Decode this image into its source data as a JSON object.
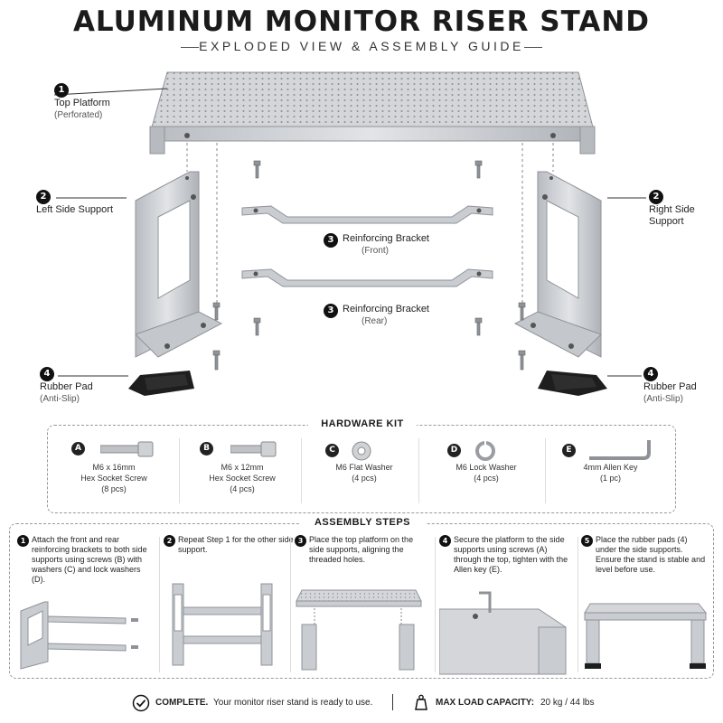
{
  "title": "ALUMINUM MONITOR RISER STAND",
  "subtitle": "EXPLODED VIEW & ASSEMBLY GUIDE",
  "parts": [
    {
      "num": "1",
      "label": "Top Platform",
      "sub": "(Perforated)"
    },
    {
      "num": "2",
      "label": "Left Side Support",
      "sub": ""
    },
    {
      "num": "2",
      "label": "Right Side Support",
      "sub": ""
    },
    {
      "num": "3",
      "label": "Reinforcing Bracket",
      "sub": "(Front)"
    },
    {
      "num": "3",
      "label": "Reinforcing Bracket",
      "sub": "(Rear)"
    },
    {
      "num": "4",
      "label": "Rubber Pad",
      "sub": "(Anti-Slip)"
    },
    {
      "num": "4",
      "label": "Rubber Pad",
      "sub": "(Anti-Slip)"
    }
  ],
  "hardware_kit": {
    "title": "HARDWARE KIT",
    "items": [
      {
        "letter": "A",
        "name": "M6 x 16mm",
        "name2": "Hex Socket Screw",
        "qty": "(8 pcs)"
      },
      {
        "letter": "B",
        "name": "M6 x 12mm",
        "name2": "Hex Socket Screw",
        "qty": "(4 pcs)"
      },
      {
        "letter": "C",
        "name": "M6 Flat Washer",
        "name2": "",
        "qty": "(4 pcs)"
      },
      {
        "letter": "D",
        "name": "M6 Lock Washer",
        "name2": "",
        "qty": "(4 pcs)"
      },
      {
        "letter": "E",
        "name": "4mm Allen Key",
        "name2": "",
        "qty": "(1 pc)"
      }
    ]
  },
  "assembly": {
    "title": "ASSEMBLY STEPS",
    "steps": [
      {
        "num": "1",
        "text": "Attach the front and rear reinforcing brackets to both side supports using screws (B) with washers (C) and lock washers (D)."
      },
      {
        "num": "2",
        "text": "Repeat Step 1 for the other side support."
      },
      {
        "num": "3",
        "text": "Place the top platform on the side supports, aligning the threaded holes."
      },
      {
        "num": "4",
        "text": "Secure the platform to the side supports using screws (A) through the top, tighten with the Allen key (E)."
      },
      {
        "num": "5",
        "text": "Place the rubber pads (4) under the side supports. Ensure the stand is stable and level before use."
      }
    ]
  },
  "footer": {
    "complete_label": "COMPLETE.",
    "complete_text": "Your monitor riser stand is ready to use.",
    "load_label": "MAX LOAD CAPACITY:",
    "load_value": "20 kg / 44 lbs"
  },
  "colors": {
    "metal": "#c9ccd0",
    "metal_dark": "#9ea2a7",
    "metal_light": "#e4e6e8",
    "rubber": "#1e1e1e",
    "ink": "#111111"
  },
  "icons": [
    "check-circle-icon",
    "weight-icon"
  ]
}
